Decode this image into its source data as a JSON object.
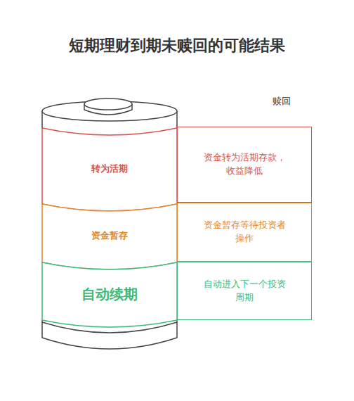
{
  "diagram": {
    "title": "短期理财到期未赎回的可能结果",
    "nodes": [
      {
        "text": [
          "转为活期"
        ]
      },
      {
        "text": [
          "资金转为活期存款，收益降低"
        ]
      },
      {
        "text": [
          "资金暂存"
        ]
      },
      {
        "text": [
          "资金暂存等待投资者操作"
        ]
      },
      {
        "text": [
          "自动续期"
        ]
      },
      {
        "text": [
          "自动进入下一个投资周期"
        ]
      }
    ],
    "labels": [
      "赎回"
    ]
  }
}
